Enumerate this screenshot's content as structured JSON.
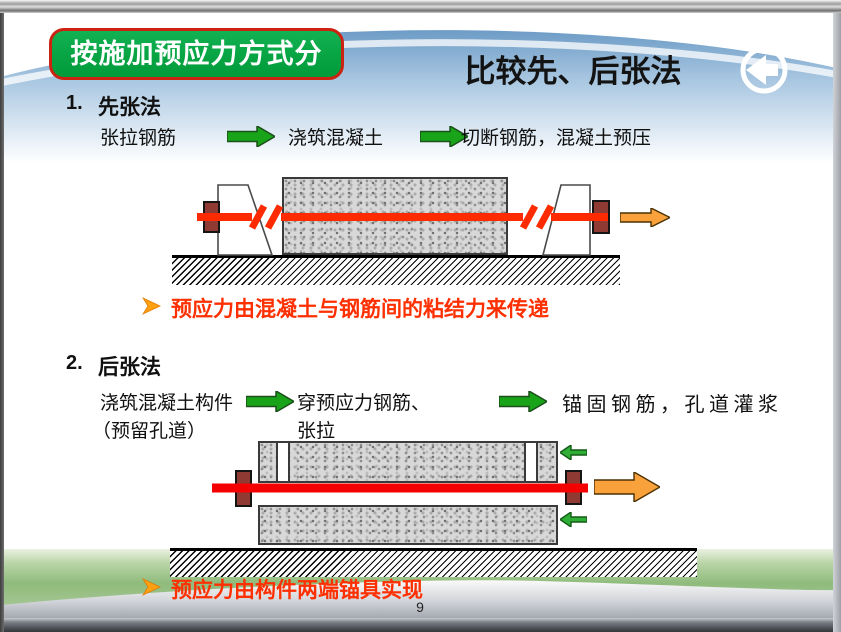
{
  "slide": {
    "badge_label": "按施加预应力方式分",
    "title": "比较先、后张法",
    "page_number": "9",
    "sections": {
      "s1": {
        "number": "1.",
        "heading": "先张法",
        "flow": [
          "张拉钢筋",
          "浇筑混凝土",
          "切断钢筋，混凝土预压"
        ],
        "note": "预应力由混凝土与钢筋间的粘结力来传递"
      },
      "s2": {
        "number": "2.",
        "heading": "后张法",
        "flow_line1": [
          "浇筑混凝土构件",
          "穿预应力钢筋、",
          "锚固钢筋，孔道灌浆"
        ],
        "flow_line2": [
          "（预留孔道）",
          "张拉"
        ],
        "note": "预应力由构件两端锚具实现"
      }
    },
    "icons": {
      "back": "back-arrow-circle",
      "flow": "green-block-arrow-right",
      "bullet": "orange-arrowhead",
      "jack": "orange-block-arrow-right",
      "press": "green-block-arrow-left"
    },
    "colors": {
      "badge_green": "#0aa33c",
      "badge_border_red": "#cc2211",
      "flow_arrow_green": "#19a319",
      "tendon_red_pretension": "#ff2b00",
      "tendon_red_posttension": "#f50000",
      "anchor_maroon": "#8f3a33",
      "jack_arrow_orange": "#f9a23c",
      "note_red": "#fe2f00",
      "sky_blue": "#6d9cc6",
      "grass_green": "#8fbb7c"
    }
  }
}
